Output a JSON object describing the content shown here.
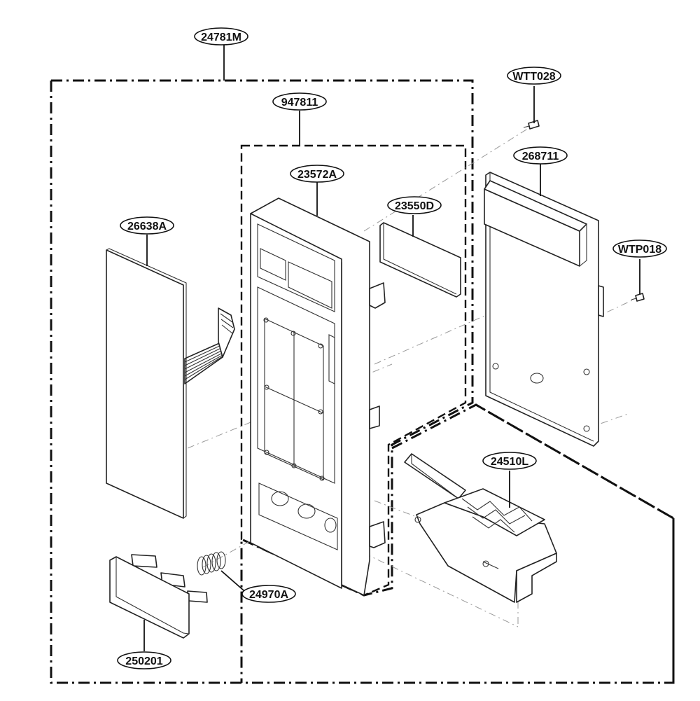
{
  "diagram": {
    "labels": {
      "assembly": "24781M",
      "control_panel_group": "947811",
      "frame": "23572A",
      "window": "23550D",
      "membrane": "26638A",
      "pcb": "268711",
      "screw_top": "WTT028",
      "screw_pcb": "WTP018",
      "latch": "24510L",
      "spring": "24970A",
      "button": "250201"
    }
  }
}
